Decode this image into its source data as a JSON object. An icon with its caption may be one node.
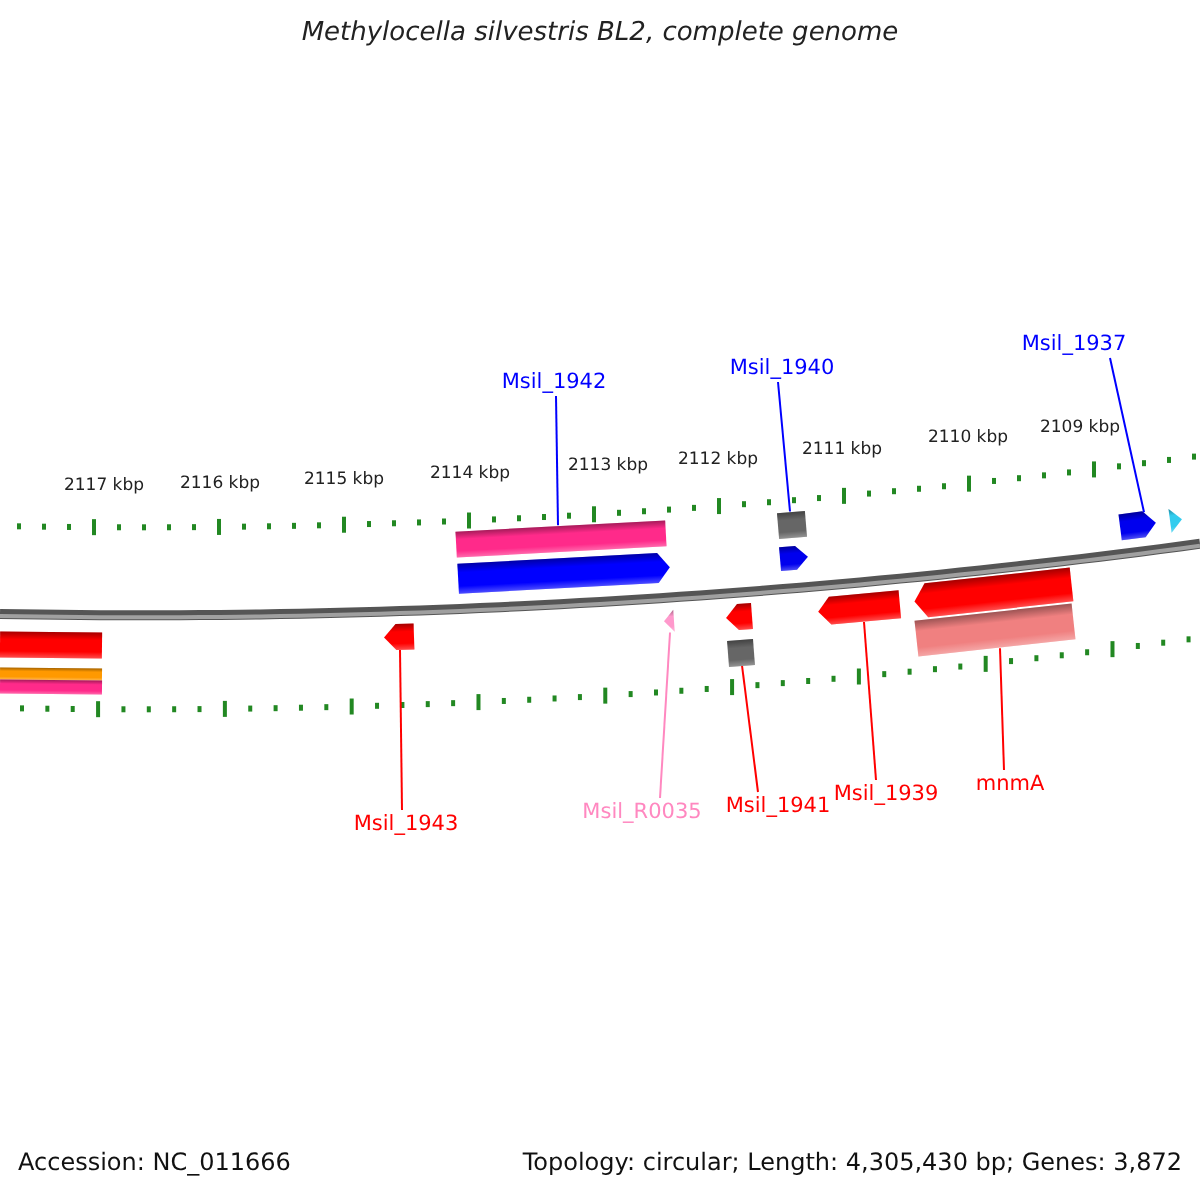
{
  "diagram": {
    "title": "Methylocella silvestris BL2, complete genome",
    "nodes": [
      {
        "text": [
          "Msil_1942"
        ]
      },
      {
        "text": [
          "Msil_1940"
        ]
      },
      {
        "text": [
          "Msil_1937"
        ]
      },
      {
        "text": [],
        "shape": "bar"
      },
      {
        "text": [],
        "shape": "pentagon"
      },
      {
        "text": [],
        "shape": "box"
      },
      {
        "text": [],
        "shape": "pentagon"
      },
      {
        "text": [],
        "shape": "pentagon"
      },
      {
        "text": [],
        "shape": "triangle"
      },
      {
        "text": [],
        "shape": "bar"
      },
      {
        "text": [],
        "shape": "bar"
      },
      {
        "text": [],
        "shape": "bar"
      },
      {
        "text": [],
        "shape": "pentagon"
      },
      {
        "text": [],
        "shape": "triangle"
      },
      {
        "text": [],
        "shape": "pentagon"
      },
      {
        "text": [],
        "shape": "box"
      },
      {
        "text": [],
        "shape": "pentagon"
      },
      {
        "text": [],
        "shape": "pentagon"
      },
      {
        "text": [],
        "shape": "bar"
      },
      {
        "text": [
          "Msil_1943"
        ]
      },
      {
        "text": [
          "Msil_R0035"
        ]
      },
      {
        "text": [
          "Msil_1941"
        ]
      },
      {
        "text": [
          "Msil_1939"
        ]
      },
      {
        "text": [
          "mnmA"
        ]
      }
    ],
    "edges": [
      {
        "from": 0,
        "to": 3,
        "arrow": "none",
        "color": "#0000ff"
      },
      {
        "from": 1,
        "to": 5,
        "arrow": "none",
        "color": "#0000ff"
      },
      {
        "from": 2,
        "to": 7,
        "arrow": "none",
        "color": "#0000ff"
      },
      {
        "from": 19,
        "to": 12,
        "arrow": "none"
      },
      {
        "from": 20,
        "to": 13,
        "arrow": "none",
        "color": "#ff88c0"
      },
      {
        "from": 21,
        "to": 15,
        "arrow": "none"
      },
      {
        "from": 22,
        "to": 16,
        "arrow": "none"
      },
      {
        "from": 23,
        "to": 18,
        "arrow": "none"
      }
    ],
    "labels": [
      "2117 kbp",
      "2116 kbp",
      "2115 kbp",
      "2114 kbp",
      "2113 kbp",
      "2112 kbp",
      "2111 kbp",
      "2110 kbp",
      "2109 kbp",
      "Accession: NC_011666",
      "Topology: circular; Length: 4,305,430 bp; Genes: 3,872"
    ]
  }
}
